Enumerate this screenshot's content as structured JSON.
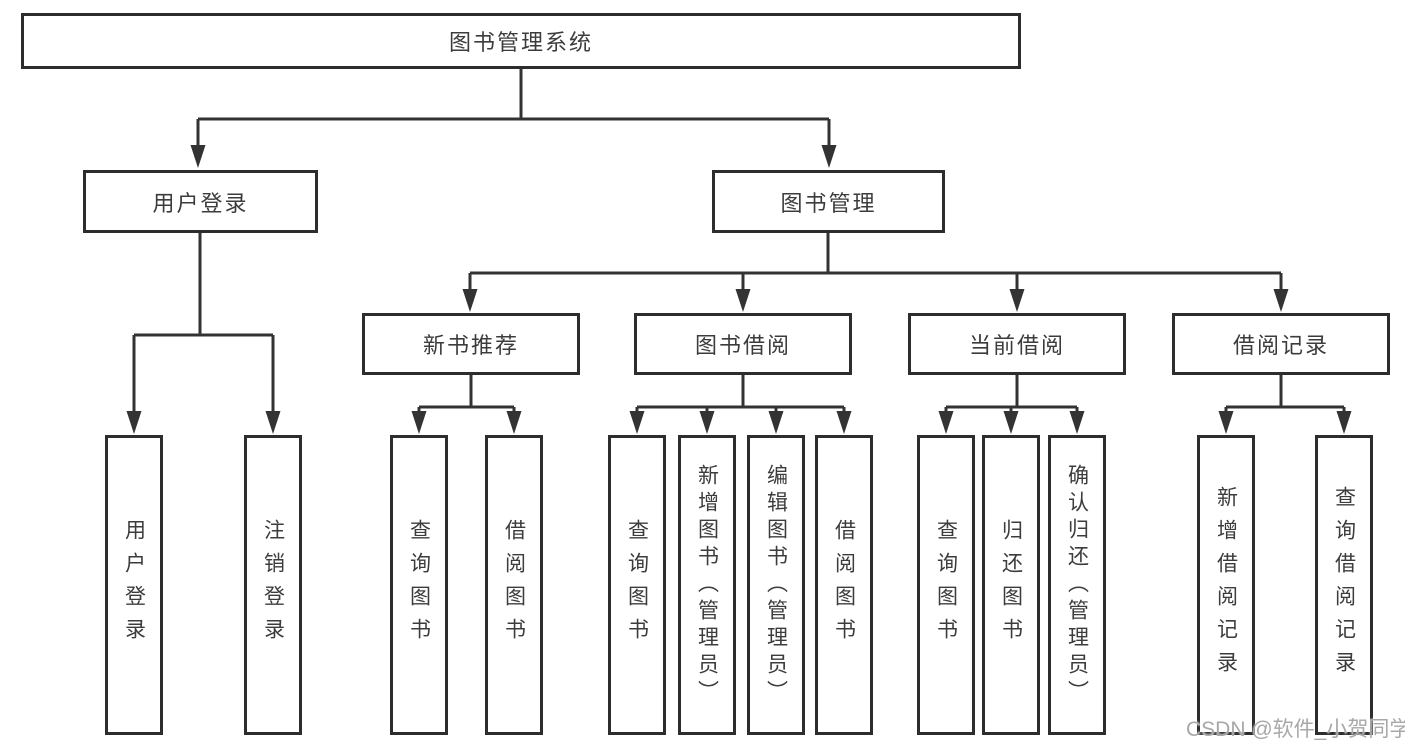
{
  "diagram": {
    "type": "hierarchy-tree",
    "orientation": "top-down"
  },
  "tree": {
    "root": {
      "label": "图书管理系统"
    },
    "level2": [
      {
        "label": "用户登录"
      },
      {
        "label": "图书管理"
      }
    ],
    "level3": [
      {
        "label": "新书推荐"
      },
      {
        "label": "图书借阅"
      },
      {
        "label": "当前借阅"
      },
      {
        "label": "借阅记录"
      }
    ],
    "leaves": {
      "user_login": [
        "用户登录",
        "注销登录"
      ],
      "new_books": [
        "查询图书",
        "借阅图书"
      ],
      "book_borrow": [
        "查询图书",
        "新增图书（管理员）",
        "编辑图书（管理员）",
        "借阅图书"
      ],
      "current_borrow": [
        "查询图书",
        "归还图书",
        "确认归还（管理员）"
      ],
      "borrow_records": [
        "新增借阅记录",
        "查询借阅记录"
      ]
    }
  },
  "watermark": {
    "text": "CSDN @软件_小贺同学"
  },
  "colors": {
    "line": "#333333",
    "box_border": "#2d2d2d",
    "text": "#3c3c3c",
    "background": "#ffffff",
    "watermark": "#a8a8a8"
  }
}
